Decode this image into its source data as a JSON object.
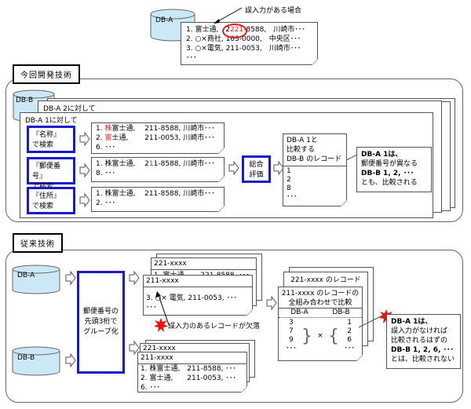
{
  "top": {
    "db_label": "DB-A",
    "annotation": "誤入力がある場合",
    "records": [
      {
        "pre": "1. 富士通,　",
        "red": "221",
        "post": "-8588,　川崎市･･･"
      },
      {
        "text": "2. ○×商社, 103-0000,　中央区･･･"
      },
      {
        "text": "3. ○×電気, 211-0053,　川崎市･･･"
      },
      {
        "text": "･･･"
      }
    ]
  },
  "new_tech": {
    "title": "今回開発技術",
    "db_label": "DB-B",
    "page2_label": "DB-A  2に対して",
    "page1_label": "DB-A  1に対して",
    "searches": [
      {
        "label1": "『名称』",
        "label2": "で検索",
        "results": [
          {
            "num": "1. ",
            "red": "株",
            "rest": "富士通,　 211-8588, 川崎市･･･"
          },
          {
            "num": "2. ",
            "red": "富",
            "rest": "士通,　　 211-0053, 川崎市･･･"
          },
          {
            "num": "6. ･･･",
            "red": "",
            "rest": ""
          }
        ]
      },
      {
        "label1": "『郵便番号』",
        "label2": "で検索",
        "results": [
          {
            "num": "1. 株富士通,　 2",
            "red": "1",
            "rest": "1-8588, 川崎市･･･"
          },
          {
            "num": "8. ･･･",
            "red": "",
            "rest": ""
          }
        ]
      },
      {
        "label1": "『住所』",
        "label2": "で検索",
        "results": [
          {
            "num": "1. 株富士通,　 211-8588, 川崎市･･･",
            "red": "",
            "rest": ""
          },
          {
            "num": "2. ･･･",
            "red": "",
            "rest": ""
          }
        ]
      }
    ],
    "eval_label1": "総合",
    "eval_label2": "評価",
    "compare_header": [
      "DB-A 1と",
      "比較する",
      "DB-B のレコード"
    ],
    "compare_rows": [
      "1",
      "2",
      "8",
      "･･･"
    ],
    "callout": [
      "DB-A 1は、",
      "郵便番号が異なる",
      "DB-B 1, 2, ･･･",
      "とも、比較される"
    ]
  },
  "old_tech": {
    "title": "従来技術",
    "db_a_label": "DB-A",
    "db_b_label": "DB-B",
    "group_label": [
      "郵便番号の",
      "先頭3桁で",
      "グループ化"
    ],
    "upper_stack": {
      "back_header": "221-xxxx",
      "back_row": "1. 富士通,　　221-8588, ･･･",
      "front_header": "211-xxxx",
      "front_rows": [
        "3. ○× 電気, 211-0053, ･･･",
        "･･･"
      ]
    },
    "missing_note": "誤入力のあるレコードが欠落",
    "lower_stack": {
      "back_header": "221-xxxx",
      "front_header": "211-xxxx",
      "front_rows": [
        "1. 株富士通,　211-8588, ･･･",
        "2. 富士通,　　211-0053, ･･･",
        "6. ･･･"
      ]
    },
    "combo": {
      "back_title": "221-xxxx のレコードの",
      "front_title1": "211-xxxx のレコードの",
      "front_title2": "全組み合わせで比較",
      "col_a": "DB-A",
      "col_b": "DB-B",
      "a_values": [
        "3",
        "7",
        "9",
        "･･･"
      ],
      "b_values": [
        "1",
        "2",
        "6",
        "･･･"
      ],
      "times": "×"
    },
    "callout": [
      "DB-A 1は、",
      "誤入力がなければ",
      "比較されるはずの",
      "DB-B 1, 2, 6, ･･･",
      "とは、比較されない"
    ]
  }
}
